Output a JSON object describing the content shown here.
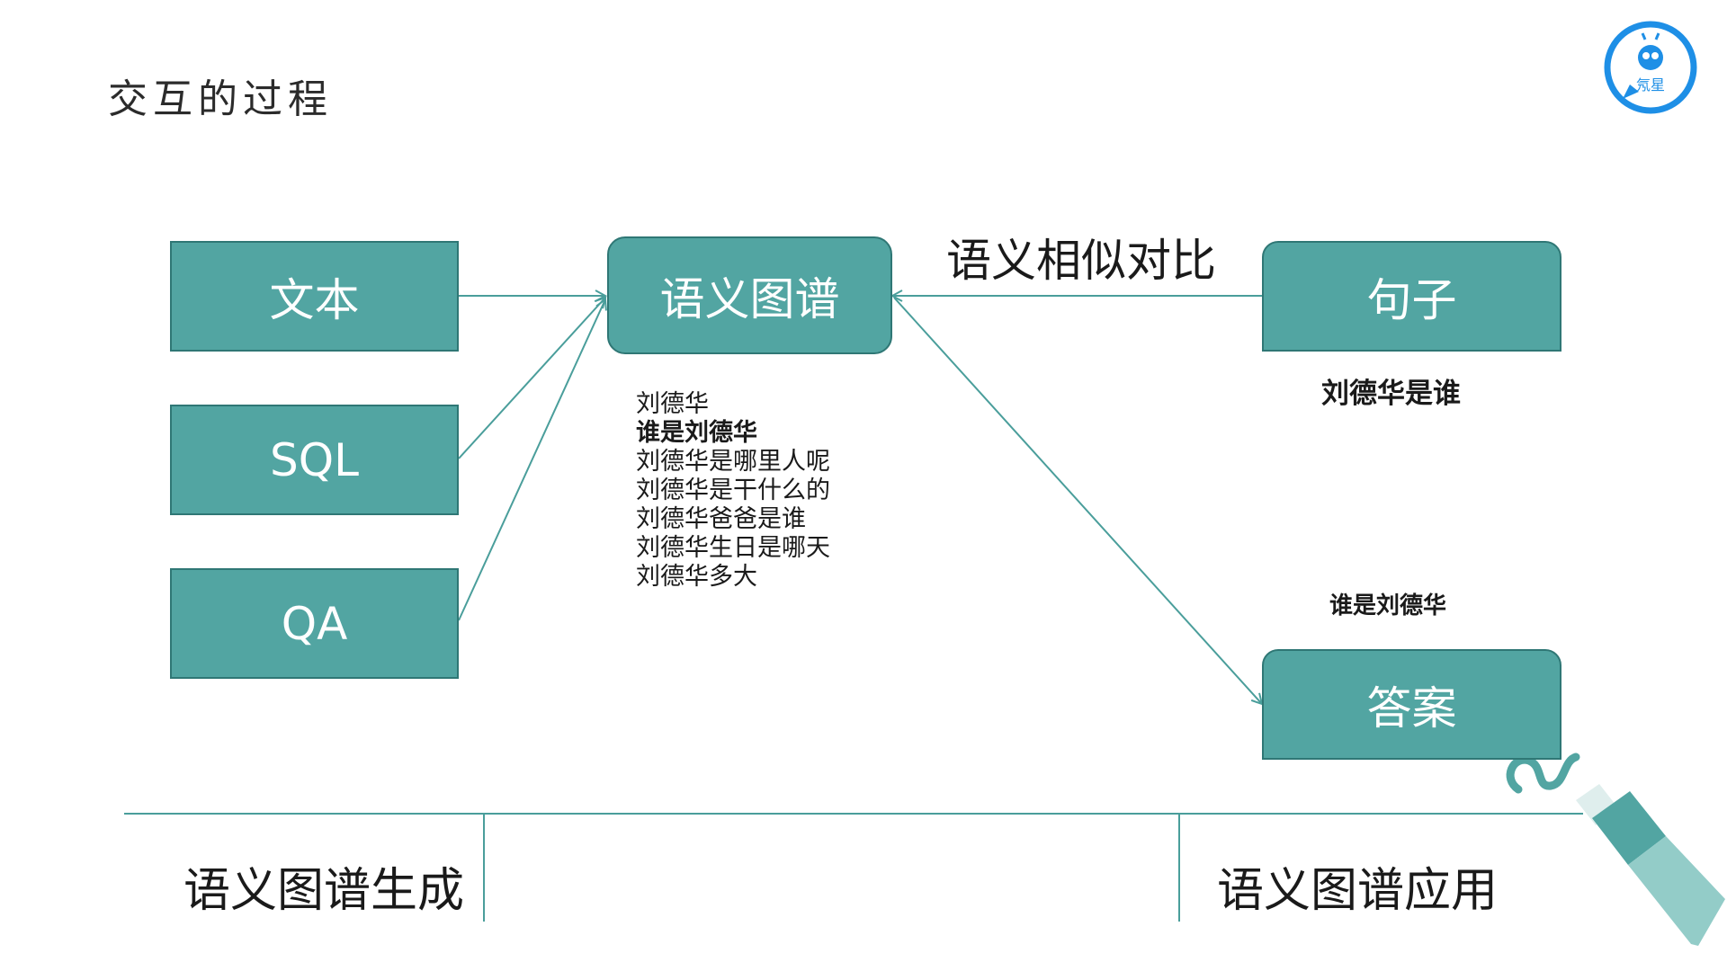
{
  "slide": {
    "title": "交互的过程"
  },
  "logo": {
    "text": "氖星",
    "icon": "chat-bubble-robot-icon",
    "color": "#1e8fe6"
  },
  "sources": [
    {
      "label": "文本"
    },
    {
      "label": "SQL"
    },
    {
      "label": "QA"
    }
  ],
  "center_node": {
    "label": "语义图谱"
  },
  "compare_label": "语义相似对比",
  "sentence_node": {
    "label": "句子"
  },
  "answer_node": {
    "label": "答案"
  },
  "query_example": "刘德华是谁",
  "answer_example": "谁是刘德华",
  "graph_examples": [
    {
      "text": "刘德华",
      "bold": false
    },
    {
      "text": "谁是刘德华",
      "bold": true
    },
    {
      "text": "刘德华是哪里人呢",
      "bold": false
    },
    {
      "text": "刘德华是干什么的",
      "bold": false
    },
    {
      "text": "刘德华爸爸是谁",
      "bold": false
    },
    {
      "text": "刘德华生日是哪天",
      "bold": false
    },
    {
      "text": "刘德华多大",
      "bold": false
    }
  ],
  "sections": {
    "left": "语义图谱生成",
    "right": "语义图谱应用"
  },
  "colors": {
    "node_fill": "#52a5a2",
    "node_border": "#2f7775",
    "line": "#4a9e9b"
  }
}
